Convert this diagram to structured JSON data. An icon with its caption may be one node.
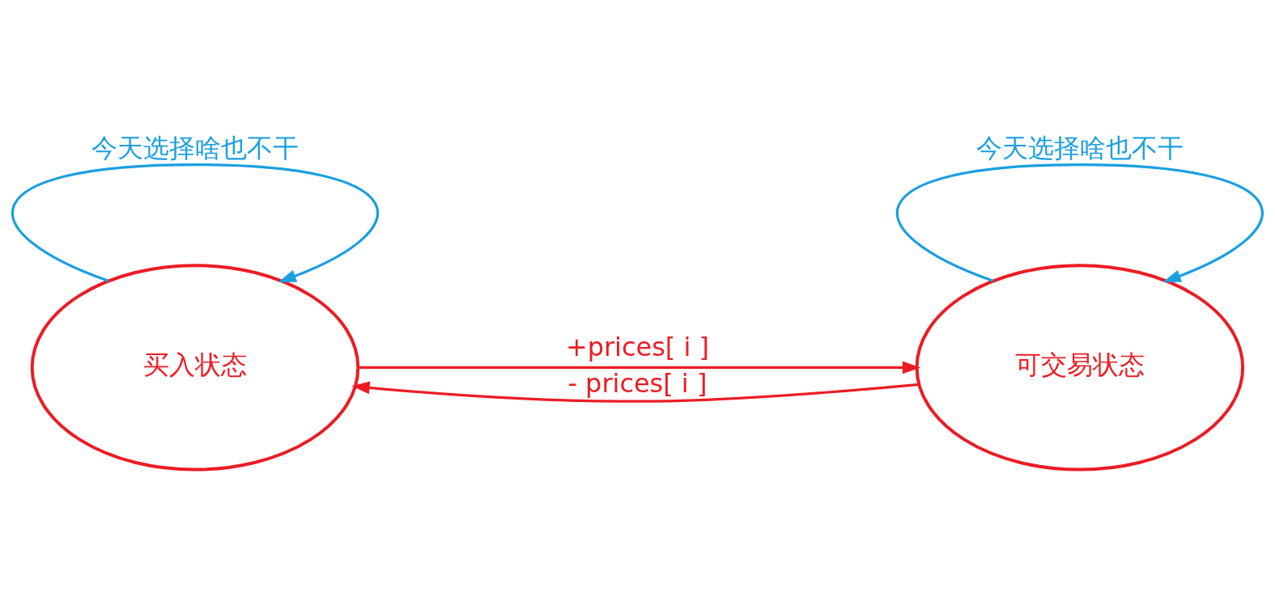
{
  "diagram": {
    "nodes": [
      {
        "text": [
          "买入状态"
        ]
      },
      {
        "text": [
          "可交易状态"
        ]
      }
    ],
    "edges": [
      {
        "from": 0,
        "to": 0,
        "arrow": "to",
        "label": "今天选择啥也不干",
        "color": "#1a9fe0"
      },
      {
        "from": 1,
        "to": 1,
        "arrow": "to",
        "label": "今天选择啥也不干",
        "color": "#1a9fe0"
      },
      {
        "from": 0,
        "to": 1,
        "arrow": "to",
        "label": "+prices[ i ]",
        "color": "#ec1c24"
      },
      {
        "from": 1,
        "to": 0,
        "arrow": "to",
        "label": "- prices[ i ]",
        "color": "#ec1c24"
      }
    ]
  }
}
